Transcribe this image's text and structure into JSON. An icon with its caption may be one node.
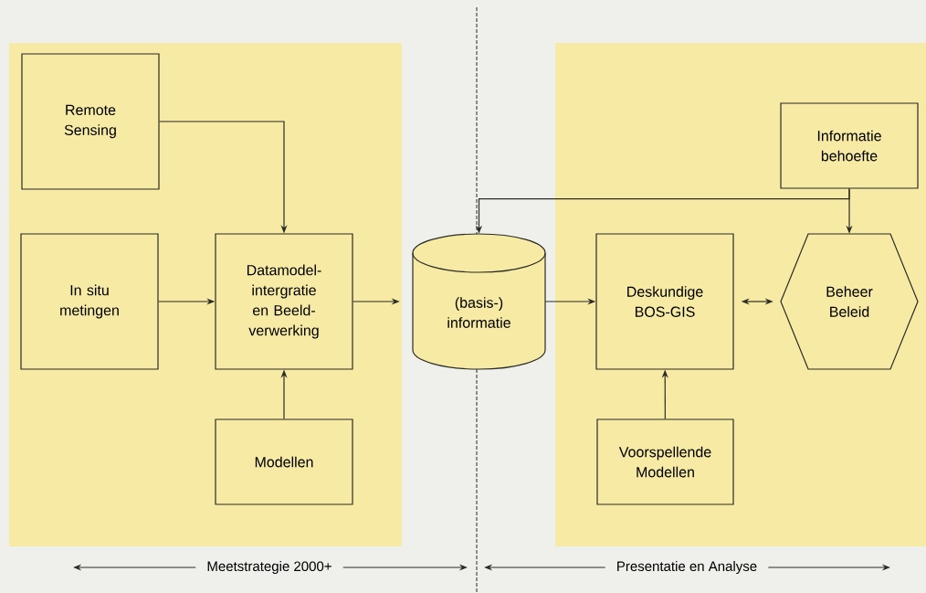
{
  "diagram": {
    "nodes": [
      {
        "text": [],
        "shape": "box"
      },
      {
        "text": [
          "Remote Sensing"
        ],
        "in": 0
      },
      {
        "text": [
          "In situ metingen"
        ],
        "in": 0
      },
      {
        "text": [
          "Datamodel- intergratie en Beeld- verwerking"
        ],
        "in": 0
      },
      {
        "text": [
          "Modellen"
        ],
        "in": 0
      },
      {
        "text": [
          "(basis-) informatie"
        ]
      },
      {
        "text": [],
        "shape": "box"
      },
      {
        "text": [
          "Informatie behoefte"
        ],
        "in": 6
      },
      {
        "text": [
          "Deskundige BOS-GIS"
        ],
        "in": 6
      },
      {
        "text": [
          "Beheer Beleid"
        ],
        "in": 6
      },
      {
        "text": [
          "Voorspellende Modellen"
        ],
        "in": 6
      }
    ],
    "edges": [
      {
        "from": 1,
        "to": 3,
        "arrow": "to"
      },
      {
        "from": 2,
        "to": 3,
        "arrow": "to"
      },
      {
        "from": 4,
        "to": 3,
        "arrow": "to"
      },
      {
        "from": 3,
        "to": 5,
        "arrow": "to"
      },
      {
        "from": 7,
        "to": 5,
        "arrow": "to"
      },
      {
        "from": 7,
        "to": 9,
        "arrow": "to"
      },
      {
        "from": 5,
        "to": 8,
        "arrow": "to"
      },
      {
        "from": 8,
        "to": 9,
        "arrow": "both"
      },
      {
        "from": 10,
        "to": 8,
        "arrow": "to"
      }
    ],
    "labels": [
      "Meetstrategie 2000+",
      "Presentatie en Analyse"
    ]
  }
}
